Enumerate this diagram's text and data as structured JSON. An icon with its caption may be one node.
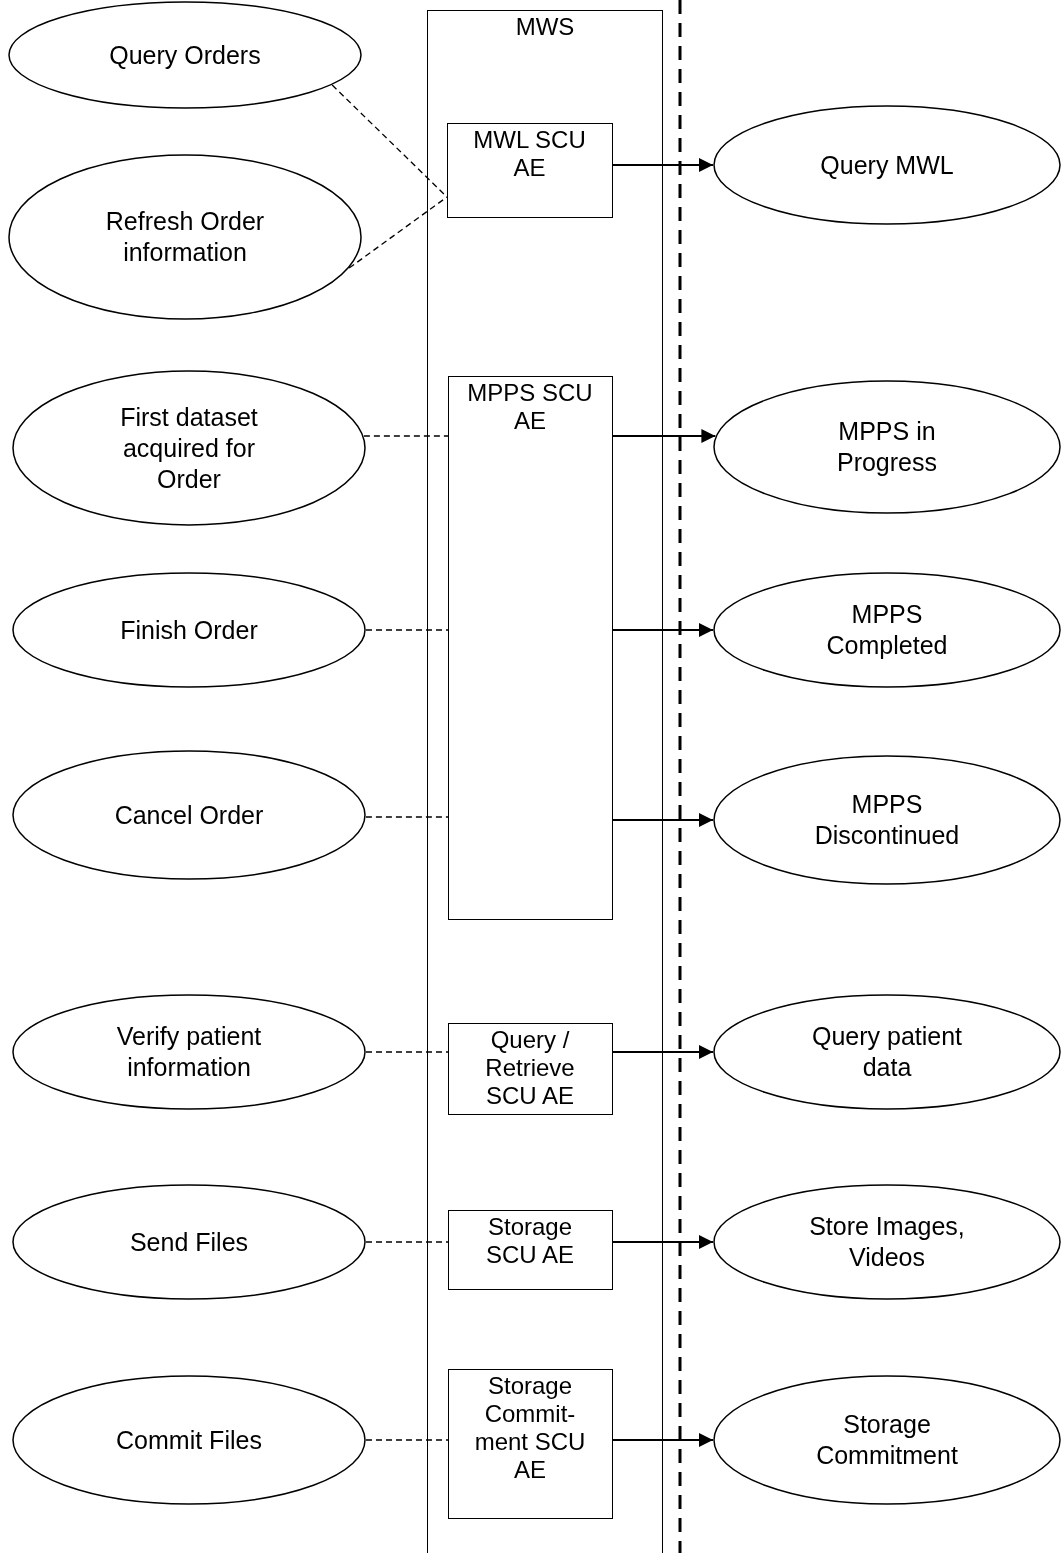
{
  "diagram": {
    "nodes": [
      {
        "text": [
          "MWS"
        ]
      },
      {
        "text": [
          "MWL SCU AE"
        ],
        "in": 0
      },
      {
        "text": [
          "MPPS SCU AE"
        ],
        "in": 0
      },
      {
        "text": [
          "Query / Retrieve SCU AE"
        ],
        "in": 0
      },
      {
        "text": [
          "Storage SCU  AE"
        ],
        "in": 0
      },
      {
        "text": [
          "Storage Commit-ment SCU AE"
        ],
        "in": 0
      },
      {
        "text": [
          "Query Orders"
        ]
      },
      {
        "text": [
          "Refresh Order information"
        ]
      },
      {
        "text": [
          "First dataset acquired for Order"
        ]
      },
      {
        "text": [
          "Finish Order"
        ]
      },
      {
        "text": [
          "Cancel Order"
        ]
      },
      {
        "text": [
          "Verify patient information"
        ]
      },
      {
        "text": [
          "Send Files"
        ]
      },
      {
        "text": [
          "Commit Files"
        ]
      },
      {
        "text": [
          "Query MWL"
        ]
      },
      {
        "text": [
          "MPPS in Progress"
        ]
      },
      {
        "text": [
          "MPPS Completed"
        ]
      },
      {
        "text": [
          "MPPS Discontinued"
        ]
      },
      {
        "text": [
          "Query patient data"
        ]
      },
      {
        "text": [
          "Store Images, Videos"
        ]
      },
      {
        "text": [
          "Storage Commitment"
        ]
      }
    ],
    "edges": [
      {
        "from": 6,
        "to": 1,
        "arrow": "none",
        "style": "dashed"
      },
      {
        "from": 7,
        "to": 1,
        "arrow": "none",
        "style": "dashed"
      },
      {
        "from": 8,
        "to": 2,
        "arrow": "none",
        "style": "dashed"
      },
      {
        "from": 9,
        "to": 2,
        "arrow": "none",
        "style": "dashed"
      },
      {
        "from": 10,
        "to": 2,
        "arrow": "none",
        "style": "dashed"
      },
      {
        "from": 11,
        "to": 3,
        "arrow": "none",
        "style": "dashed"
      },
      {
        "from": 12,
        "to": 4,
        "arrow": "none",
        "style": "dashed"
      },
      {
        "from": 13,
        "to": 5,
        "arrow": "none",
        "style": "dashed"
      },
      {
        "from": 1,
        "to": 14,
        "arrow": "to"
      },
      {
        "from": 2,
        "to": 15,
        "arrow": "to"
      },
      {
        "from": 2,
        "to": 16,
        "arrow": "to"
      },
      {
        "from": 2,
        "to": 17,
        "arrow": "to"
      },
      {
        "from": 3,
        "to": 18,
        "arrow": "to"
      },
      {
        "from": 4,
        "to": 19,
        "arrow": "to"
      },
      {
        "from": 5,
        "to": 20,
        "arrow": "to"
      }
    ]
  }
}
